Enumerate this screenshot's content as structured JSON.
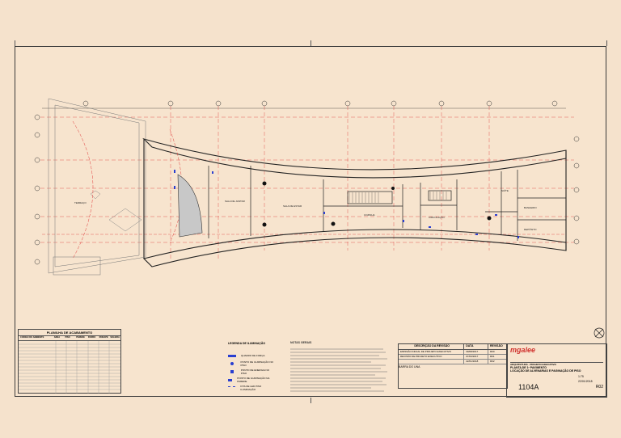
{
  "legend": {
    "title": "LEGENDA DE ILUMINAÇÃO",
    "items": [
      "QUADRO DE FORÇA",
      "PONTO DE ILUMINAÇÃO NO PISO",
      "PONTO DE ENERGIA NO PISO",
      "PONTO DE ILUMINAÇÃO NA PAREDE",
      "FITA DE LED PISO ILUMINAÇÃO"
    ]
  },
  "notes": {
    "title": "NOTAS GERAIS"
  },
  "revision_table": {
    "headers": [
      "DESCRIÇÃO DA REVISÃO",
      "DATA",
      "REVISÃO"
    ],
    "rows": [
      [
        "EMISSÃO INICIAL DE PROJETO EXECUTIVO",
        "30/08/2017",
        "R00"
      ],
      [
        "REVISÃO DE PROJETO EXECUTIVO",
        "07/03/2017",
        "R01"
      ],
      [
        "",
        "22/01/2018",
        "R02"
      ]
    ]
  },
  "title_block": {
    "logo": "mgalee",
    "project_lines": [
      "ARQUITETURA - PROJETO EXECUTIVO",
      "PLANTA DE 1º PAVIMENTO",
      "LOCAÇÃO DE ALVENARIAS E PAGINAÇÃO DE PISO"
    ],
    "left_label": "BARRA DO UNA",
    "scale": "1:75",
    "date": "22/01/2018",
    "sheet_number": "1104A",
    "revision": "R02"
  },
  "finish_table": {
    "title": "PLANILHA DE ACABAMENTO",
    "headers": [
      "CÓDIGO DO AMBIENTE",
      "ÁREA",
      "PISO",
      "PAREDE",
      "FORRO",
      "RODAPÉ",
      "SOLEIRA"
    ]
  },
  "plan": {
    "room_labels": [
      "SALA DE ESTAR",
      "SALA DE JANTAR",
      "COZINHA",
      "SUÍTE",
      "BANHEIRO",
      "CIRCULAÇÃO",
      "TERRAÇO",
      "DEPÓSITO"
    ]
  },
  "colors": {
    "paper": "#f5e2cc",
    "line": "#222222",
    "dim_red": "#e03a3a",
    "accent_blue": "#2a3fd0"
  }
}
